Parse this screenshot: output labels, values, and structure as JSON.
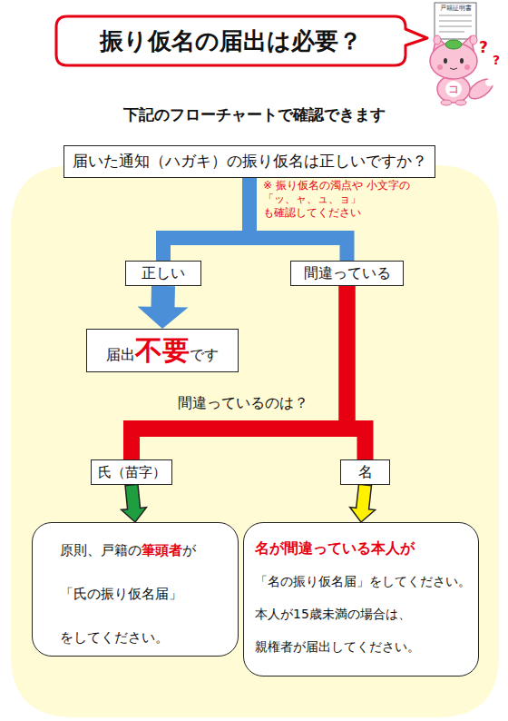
{
  "diagram": {
    "title": "振り仮名の届出は必要？",
    "nodes": [
      {
        "text": [
          "振り仮名の届出は必要？"
        ]
      },
      {
        "text": [
          "届いた通知（ハガキ）の振り仮名は正しいですか？"
        ]
      },
      {
        "text": [
          "正しい"
        ]
      },
      {
        "text": [
          "間違っている"
        ]
      },
      {
        "text": [
          "届出",
          "不要",
          "です"
        ]
      },
      {
        "text": [
          "氏（苗字）"
        ]
      },
      {
        "text": [
          "名"
        ]
      },
      {
        "text": [
          "原則、戸籍の",
          "筆頭者",
          "が",
          "「氏の振り仮名届」",
          "をしてください。"
        ]
      },
      {
        "text": [
          "名が間違っている本人が",
          "「名の振り仮名届」をしてください。",
          "本人が15歳未満の場合は、",
          "親権者が届出してください。"
        ]
      }
    ],
    "edges": [
      {
        "from": 1,
        "to": 2,
        "arrow": "none"
      },
      {
        "from": 1,
        "to": 3,
        "arrow": "none"
      },
      {
        "from": 2,
        "to": 4,
        "arrow": "to"
      },
      {
        "from": 3,
        "to": 5,
        "arrow": "none"
      },
      {
        "from": 3,
        "to": 6,
        "arrow": "none"
      },
      {
        "from": 5,
        "to": 7,
        "arrow": "to"
      },
      {
        "from": 6,
        "to": 8,
        "arrow": "to"
      }
    ],
    "labels": [
      "戸籍証明書",
      "?",
      "?",
      "コ",
      "下記のフローチャートで確認できます",
      "※ 振り仮名の濁点や 小文字の「ッ、ャ、ュ、ョ」 も確認してください",
      "間違っているのは？"
    ]
  }
}
